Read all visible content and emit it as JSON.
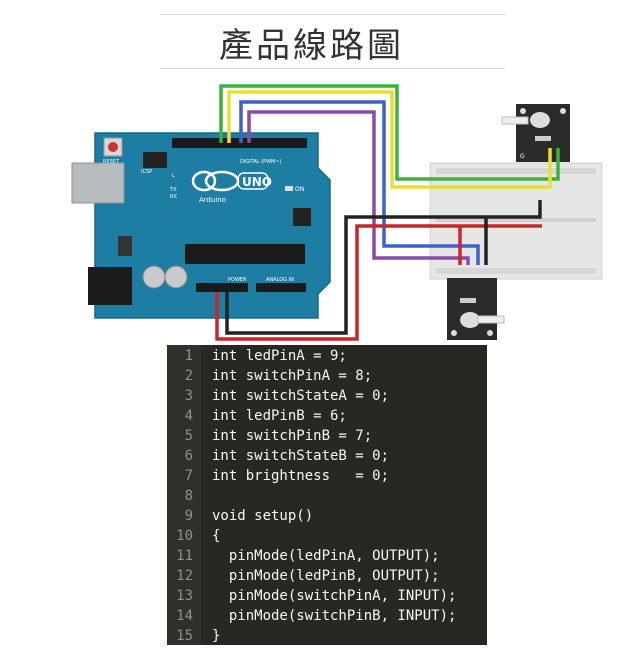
{
  "title": "產品線路圖",
  "board": {
    "logo_text": "UNO",
    "brand": "Arduino",
    "reset_label": "RESET",
    "icsp_label": "ICSP",
    "digital_label": "DIGITAL (PWM~)",
    "on_label": "ON",
    "analog_label": "ANALOG IN",
    "power_label": "POWER",
    "tx_label": "TX",
    "rx_label": "RX",
    "l_label": "L"
  },
  "module_label": "G",
  "code": [
    "int ledPinA = 9;",
    "int switchPinA = 8;",
    "int switchStateA = 0;",
    "int ledPinB = 6;",
    "int switchPinB = 7;",
    "int switchStateB = 0;",
    "int brightness   = 0;",
    "",
    "void setup()",
    "{",
    "  pinMode(ledPinA, OUTPUT);",
    "  pinMode(ledPinB, OUTPUT);",
    "  pinMode(switchPinA, INPUT);",
    "  pinMode(switchPinB, INPUT);",
    "}"
  ],
  "colors": {
    "board": "#1e7da3",
    "breadboard": "#e6e6e6",
    "module": "#2b2b2b",
    "wire_green": "#3bb33b",
    "wire_yellow": "#e8e030",
    "wire_blue": "#3a62c8",
    "wire_purple": "#8a4aa8",
    "wire_black": "#222222",
    "wire_red": "#c8262a",
    "code_bg": "#272822"
  }
}
